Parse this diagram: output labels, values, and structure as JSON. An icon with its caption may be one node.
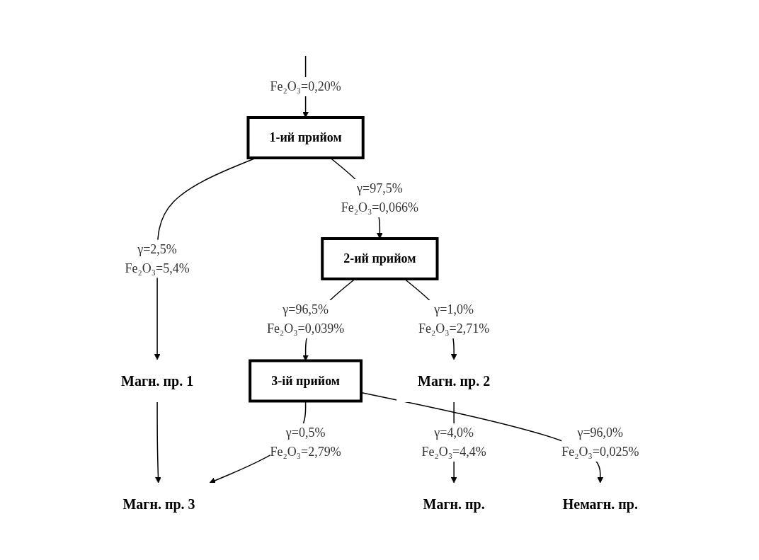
{
  "diagram": {
    "nodes": [
      {
        "text": [
          "1-ий прийом"
        ]
      },
      {
        "text": [
          "Магн. пр. 1"
        ]
      },
      {
        "text": [
          "2-ий прийом"
        ]
      },
      {
        "text": [
          "Магн. пр. 2"
        ]
      },
      {
        "text": [
          "3-ій прийом"
        ]
      },
      {
        "text": [
          "Магн. пр."
        ]
      },
      {
        "text": [
          "Магн. пр. 3"
        ]
      },
      {
        "text": [
          "Немагн. пр."
        ]
      }
    ],
    "edges": [
      {
        "from": null,
        "to": 0,
        "arrow": "to",
        "label": "Fe₂O₃=0,20%"
      },
      {
        "from": 0,
        "to": 1,
        "arrow": "to",
        "label": "γ=2,5% Fe₂O₃=5,4%"
      },
      {
        "from": 0,
        "to": 2,
        "arrow": "to",
        "label": "γ=97,5% Fe₂O₃=0,066%"
      },
      {
        "from": 2,
        "to": 3,
        "arrow": "to",
        "label": "γ=1,0% Fe₂O₃=2,71%"
      },
      {
        "from": 2,
        "to": 4,
        "arrow": "to",
        "label": "γ=96,5% Fe₂O₃=0,039%"
      },
      {
        "from": 3,
        "to": 5,
        "arrow": "to",
        "label": "γ=4,0% Fe₂O₃=4,4%"
      },
      {
        "from": 1,
        "to": 6,
        "arrow": "to"
      },
      {
        "from": 4,
        "to": 6,
        "arrow": "to",
        "label": "γ=0,5% Fe₂O₃=2,79%"
      },
      {
        "from": 4,
        "to": 7,
        "arrow": "to",
        "label": "γ=96,0% Fe₂O₃=0,025%"
      }
    ]
  }
}
